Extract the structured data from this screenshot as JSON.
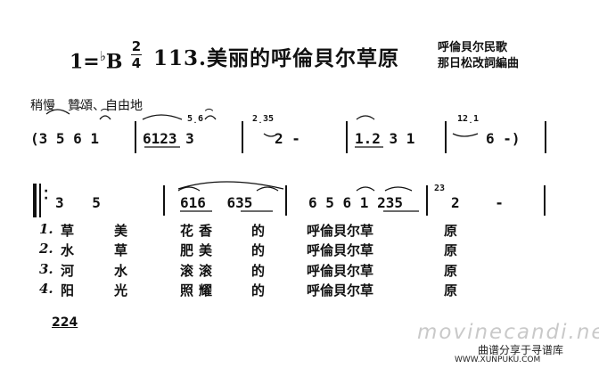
{
  "header": {
    "key_signature": {
      "prefix": "1=",
      "flat": "♭",
      "letter": "B"
    },
    "time_signature": {
      "top": "2",
      "bottom": "4"
    },
    "title": "113.美丽的呼倫貝尔草原",
    "credits": [
      "呼倫貝尔民歌",
      "那日松改詞編曲"
    ]
  },
  "tempo": "稍慢　贊頌、自由地",
  "line1": {
    "m1": "(3 5 6 1",
    "m2": "6123 3",
    "m3": "2 -",
    "m4": "1.2 3 1",
    "m5": "6 -)",
    "grace": [
      "5̣6",
      "2̣35",
      "12̣1"
    ]
  },
  "line2": {
    "m1": "3 5",
    "m2": "616 635",
    "m3": "6 5 6 1 235",
    "m4": "2 -",
    "grace": "23"
  },
  "verses": [
    [
      "1.",
      "草",
      "美",
      "花香",
      "的",
      "呼倫貝尔草",
      "原"
    ],
    [
      "2.",
      "水",
      "草",
      "肥美",
      "的",
      "呼倫貝尔草",
      "原"
    ],
    [
      "3.",
      "河",
      "水",
      "滚滚",
      "的",
      "呼倫貝尔草",
      "原"
    ],
    [
      "4.",
      "阳",
      "光",
      "照耀",
      "的",
      "呼倫貝尔草",
      "原"
    ]
  ],
  "page_number": "224",
  "watermark": "movinecandi.net",
  "footer": {
    "site": "曲谱分享于寻谱库",
    "url": "WWW.XUNPUKU.COM"
  }
}
